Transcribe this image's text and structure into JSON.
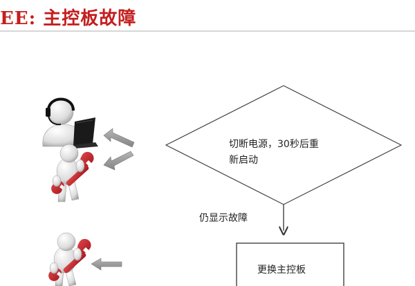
{
  "header": {
    "title": "EE: 主控板故障"
  },
  "flow": {
    "decision": {
      "line1": "切断电源，30秒后重",
      "line2": "新启动"
    },
    "edge_label": "仍显示故障",
    "action": {
      "label": "更换主控板"
    }
  },
  "icons": {
    "support": "support-agent-icon",
    "repair_1": "repair-person-wrench-icon",
    "repair_2": "repair-person-wrench-icon"
  },
  "colors": {
    "title": "#c41e1e",
    "arrow_gray": "#9a9a9a",
    "wrench_red": "#c8262b",
    "line": "#333333"
  }
}
